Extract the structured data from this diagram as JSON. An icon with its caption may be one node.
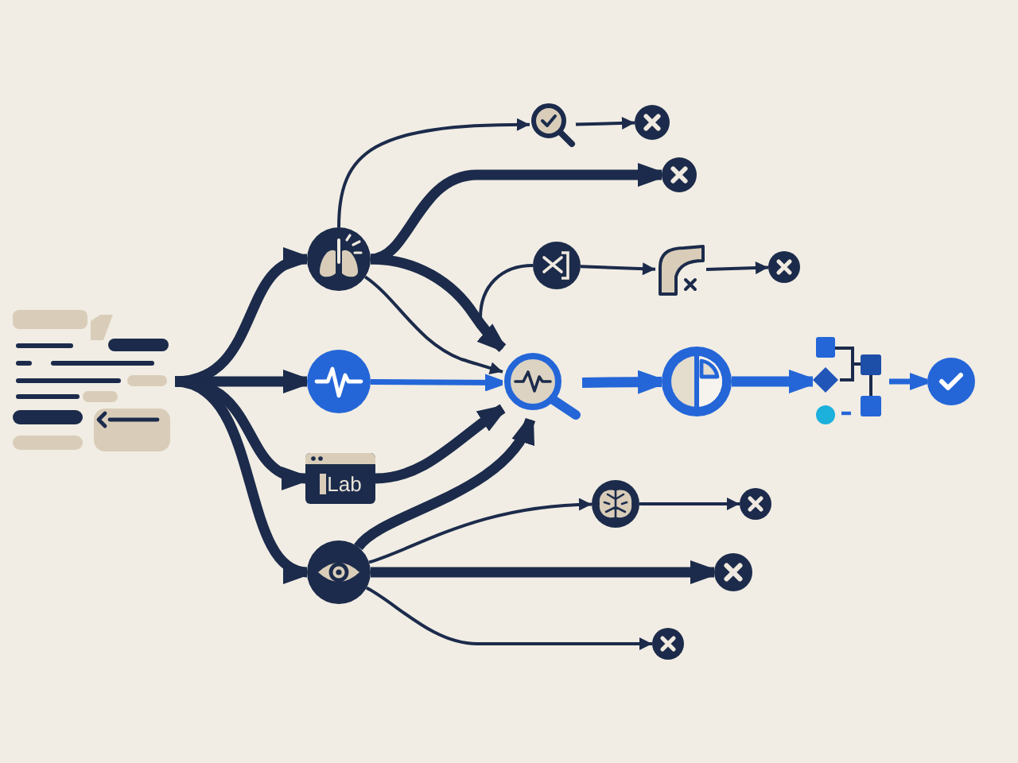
{
  "diagram": {
    "nodes": [
      {
        "text": [],
        "shape": "picture"
      },
      {
        "text": [],
        "shape": "circle"
      },
      {
        "text": [],
        "shape": "circle"
      },
      {
        "text": [
          "Lab"
        ]
      },
      {
        "text": [],
        "shape": "circle"
      },
      {
        "text": [],
        "shape": "picture"
      },
      {
        "text": [],
        "shape": "circle"
      },
      {
        "text": [],
        "shape": "circle"
      },
      {
        "text": [],
        "shape": "circle"
      },
      {
        "text": [],
        "shape": "picture"
      },
      {
        "text": [],
        "shape": "circle"
      },
      {
        "text": [],
        "shape": "picture"
      },
      {
        "text": [],
        "shape": "circle"
      },
      {
        "text": [],
        "shape": "picture"
      },
      {
        "text": [],
        "shape": "circle"
      },
      {
        "text": [],
        "shape": "circle"
      },
      {
        "text": [],
        "shape": "circle"
      },
      {
        "text": [],
        "shape": "circle"
      },
      {
        "text": [],
        "shape": "circle"
      }
    ],
    "edges": [
      {
        "from": 0,
        "to": 1,
        "arrow": "to",
        "style": "thick"
      },
      {
        "from": 0,
        "to": 2,
        "arrow": "to",
        "style": "thick"
      },
      {
        "from": 0,
        "to": 3,
        "arrow": "to",
        "style": "thick"
      },
      {
        "from": 0,
        "to": 4,
        "arrow": "to",
        "style": "thick"
      },
      {
        "from": 1,
        "to": 5,
        "arrow": "to"
      },
      {
        "from": 5,
        "to": 6,
        "arrow": "to"
      },
      {
        "from": 1,
        "to": 7,
        "arrow": "to",
        "style": "thick"
      },
      {
        "from": 1,
        "to": 11,
        "arrow": "to",
        "style": "thick"
      },
      {
        "from": 1,
        "to": 11,
        "arrow": "to"
      },
      {
        "from": 8,
        "to": 11,
        "arrow": "to"
      },
      {
        "from": 8,
        "to": 9,
        "arrow": "to"
      },
      {
        "from": 9,
        "to": 10,
        "arrow": "to"
      },
      {
        "from": 2,
        "to": 11,
        "arrow": "to",
        "color": "#2466d8"
      },
      {
        "from": 3,
        "to": 11,
        "arrow": "to",
        "style": "thick"
      },
      {
        "from": 4,
        "to": 11,
        "arrow": "to",
        "style": "thick"
      },
      {
        "from": 11,
        "to": 12,
        "arrow": "to",
        "style": "thick",
        "color": "#2466d8"
      },
      {
        "from": 12,
        "to": 13,
        "arrow": "to",
        "style": "thick",
        "color": "#2466d8"
      },
      {
        "from": 13,
        "to": 14,
        "arrow": "to",
        "color": "#2466d8"
      },
      {
        "from": 4,
        "to": 15,
        "arrow": "to"
      },
      {
        "from": 15,
        "to": 16,
        "arrow": "to"
      },
      {
        "from": 4,
        "to": 17,
        "arrow": "to",
        "style": "thick"
      },
      {
        "from": 4,
        "to": 18,
        "arrow": "to"
      }
    ]
  }
}
